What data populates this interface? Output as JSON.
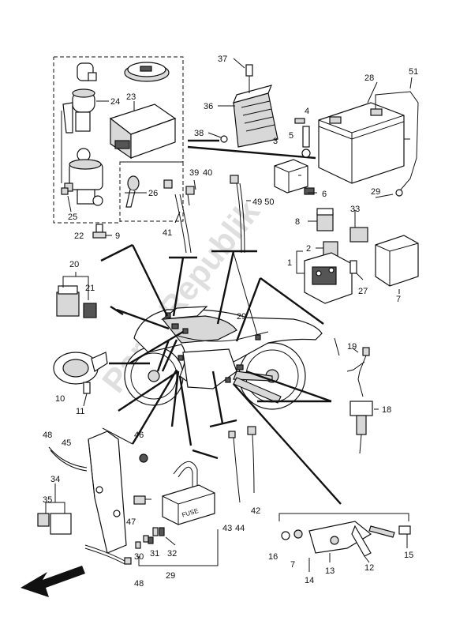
{
  "callouts": {
    "c1": "1",
    "c2": "2",
    "c3": "3",
    "c4": "4",
    "c5": "5",
    "c6": "6",
    "c7a": "7",
    "c7b": "7",
    "c8": "8",
    "c9": "9",
    "c10": "10",
    "c11": "11",
    "c12": "12",
    "c13": "13",
    "c14": "14",
    "c15": "15",
    "c16": "16",
    "c18": "18",
    "c19": "19",
    "c20": "20",
    "c21": "21",
    "c22": "22",
    "c23": "23",
    "c24": "24",
    "c25": "25",
    "c26": "26",
    "c27": "27",
    "c28": "28",
    "c29a": "29",
    "c29b": "29",
    "c29c": "29",
    "c30": "30",
    "c31": "31",
    "c32": "32",
    "c33": "33",
    "c34": "34",
    "c35": "35",
    "c36": "36",
    "c37": "37",
    "c38": "38",
    "c39": "39",
    "c40": "40",
    "c41": "41",
    "c42": "42",
    "c43": "43",
    "c44": "44",
    "c45": "45",
    "c46": "46",
    "c47": "47",
    "c48a": "48",
    "c48b": "48",
    "c4950": "49 50",
    "c51": "51"
  },
  "fuse_label": "FUSE",
  "watermark": "Parts Republik",
  "direction_arrow": "front-arrow-icon"
}
